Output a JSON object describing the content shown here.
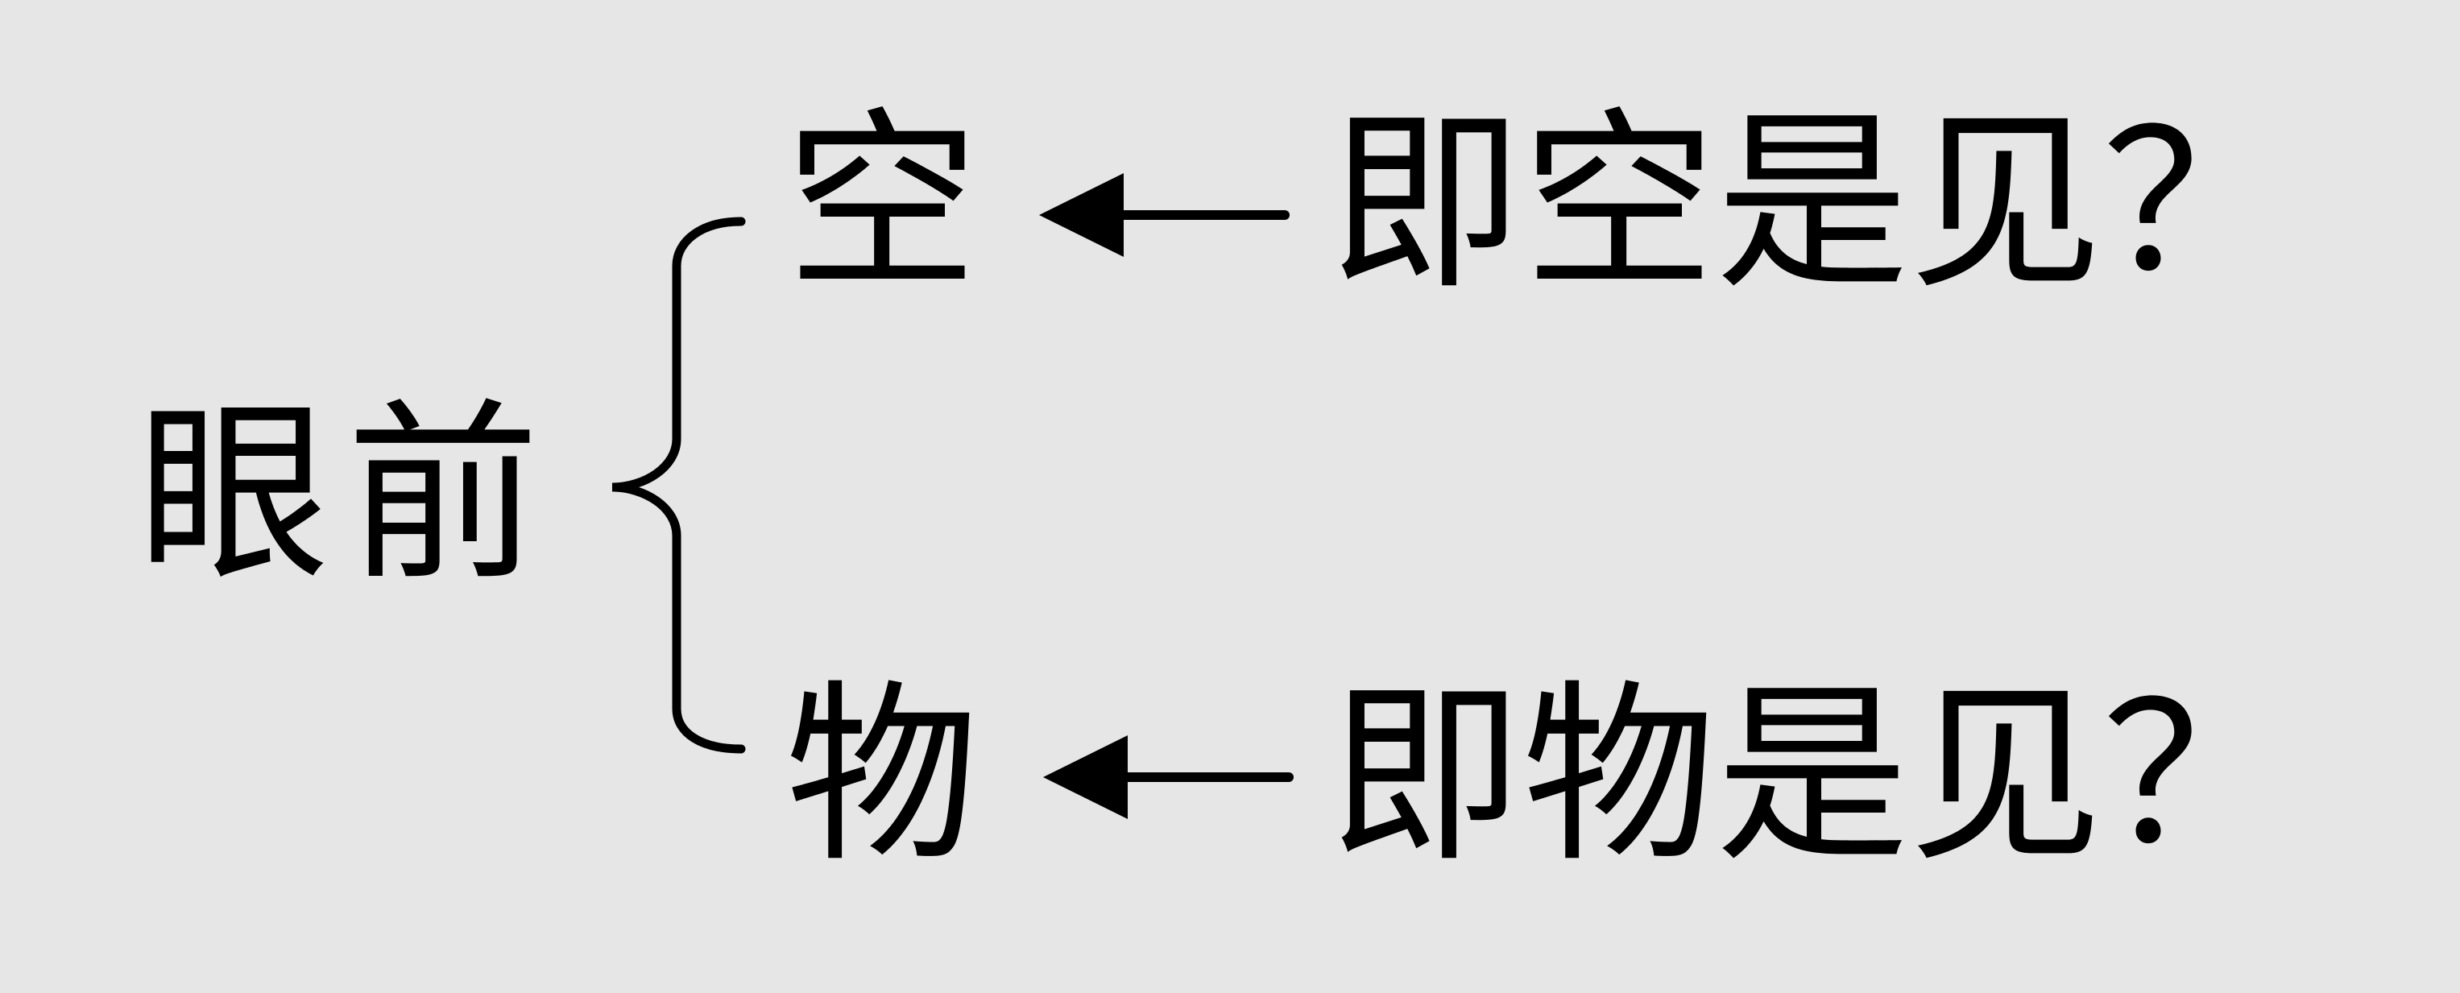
{
  "diagram": {
    "left_term": "眼前",
    "branches": [
      {
        "term": "空",
        "question": "即空是见？"
      },
      {
        "term": "物",
        "question": "即物是见？"
      }
    ]
  },
  "colors": {
    "background": "#e6e6e6",
    "ink": "#000000"
  }
}
